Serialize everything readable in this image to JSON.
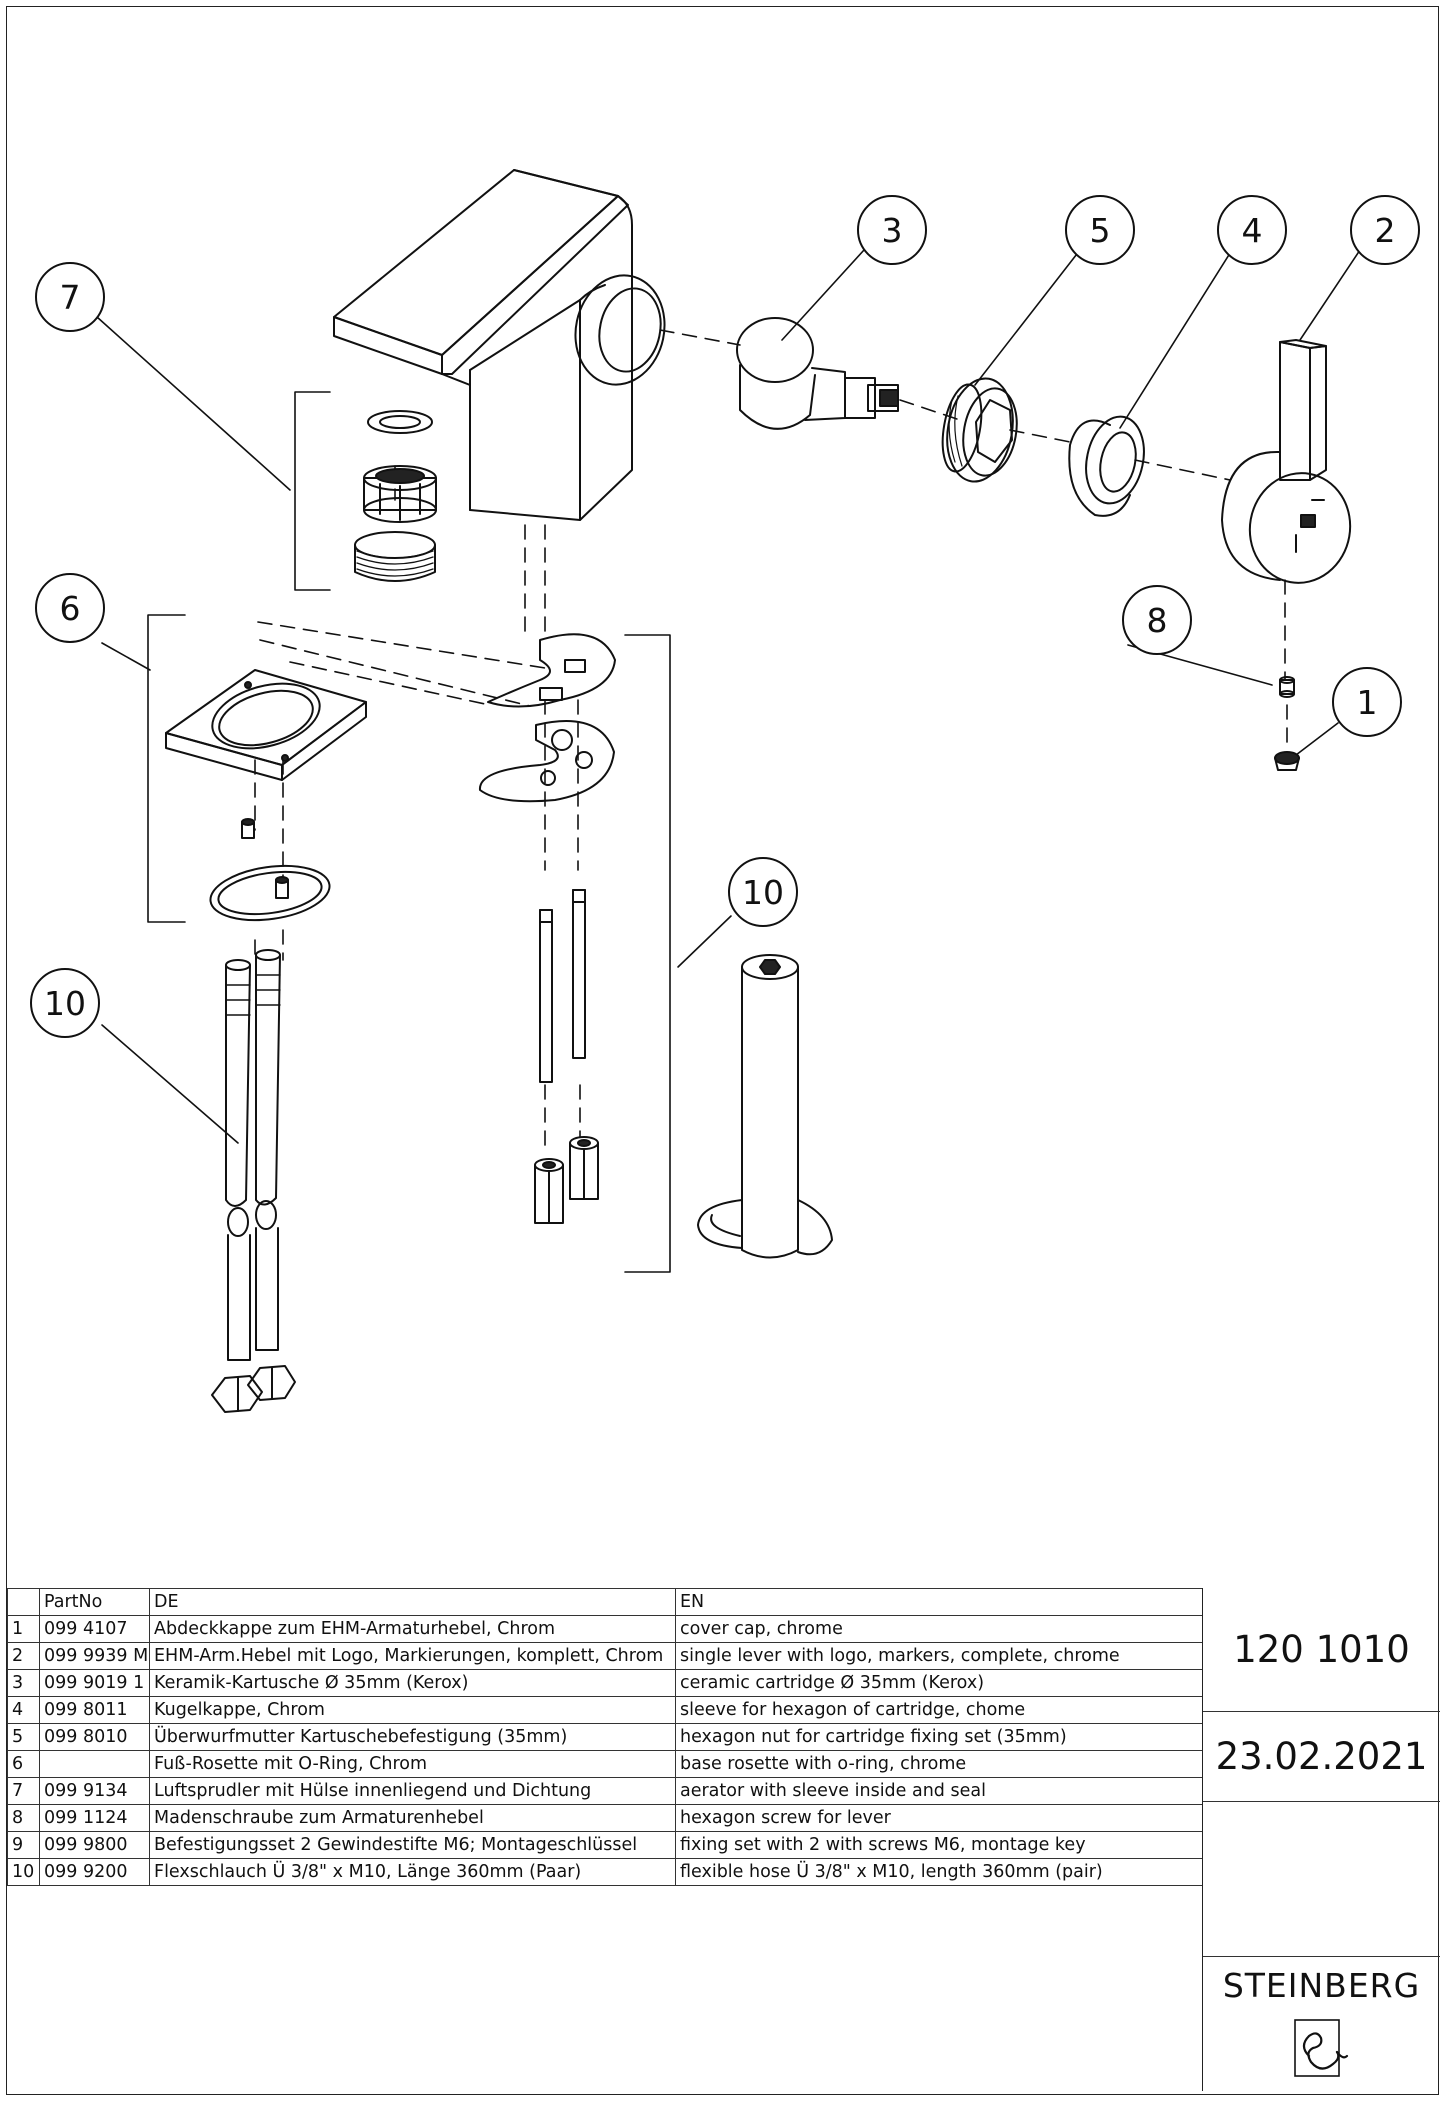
{
  "callouts": [
    {
      "id": "c7",
      "label": "7"
    },
    {
      "id": "c3",
      "label": "3"
    },
    {
      "id": "c5",
      "label": "5"
    },
    {
      "id": "c4",
      "label": "4"
    },
    {
      "id": "c2",
      "label": "2"
    },
    {
      "id": "c6",
      "label": "6"
    },
    {
      "id": "c8",
      "label": "8"
    },
    {
      "id": "c1",
      "label": "1"
    },
    {
      "id": "c10a",
      "label": "10"
    },
    {
      "id": "c10b",
      "label": "10"
    }
  ],
  "parts_table": {
    "headers": {
      "no": "",
      "part_no": "PartNo",
      "de": "DE",
      "en": "EN"
    },
    "rows": [
      {
        "no": "1",
        "part_no": "099 4107",
        "de": "Abdeckkappe zum EHM-Armaturhebel, Chrom",
        "en": "cover cap, chrome"
      },
      {
        "no": "2",
        "part_no": "099 9939 M",
        "de": "EHM-Arm.Hebel mit Logo, Markierungen, komplett, Chrom",
        "en": "single lever with logo, markers, complete, chrome"
      },
      {
        "no": "3",
        "part_no": "099 9019 1",
        "de": "Keramik-Kartusche Ø 35mm (Kerox)",
        "en": "ceramic cartridge Ø 35mm (Kerox)"
      },
      {
        "no": "4",
        "part_no": "099 8011",
        "de": "Kugelkappe, Chrom",
        "en": "sleeve for hexagon of cartridge, chome"
      },
      {
        "no": "5",
        "part_no": "099 8010",
        "de": "Überwurfmutter Kartuschebefestigung (35mm)",
        "en": "hexagon nut for cartridge fixing set (35mm)"
      },
      {
        "no": "6",
        "part_no": "",
        "de": "Fuß-Rosette mit O-Ring, Chrom",
        "en": "base rosette with o-ring, chrome"
      },
      {
        "no": "7",
        "part_no": "099 9134",
        "de": "Luftsprudler mit Hülse innenliegend und Dichtung",
        "en": "aerator with sleeve inside and seal"
      },
      {
        "no": "8",
        "part_no": "099 1124",
        "de": "Madenschraube zum Armaturenhebel",
        "en": "hexagon screw for lever"
      },
      {
        "no": "9",
        "part_no": "099 9800",
        "de": "Befestigungsset 2 Gewindestifte M6; Montageschlüssel",
        "en": "fixing set with 2 with screws M6, montage key"
      },
      {
        "no": "10",
        "part_no": "099 9200",
        "de": "Flexschlauch Ü 3/8\" x M10, Länge 360mm (Paar)",
        "en": "flexible hose Ü 3/8\" x M10, length 360mm (pair)"
      }
    ]
  },
  "title_block": {
    "article_number": "120 1010",
    "date": "23.02.2021",
    "brand": "STEINBERG"
  }
}
